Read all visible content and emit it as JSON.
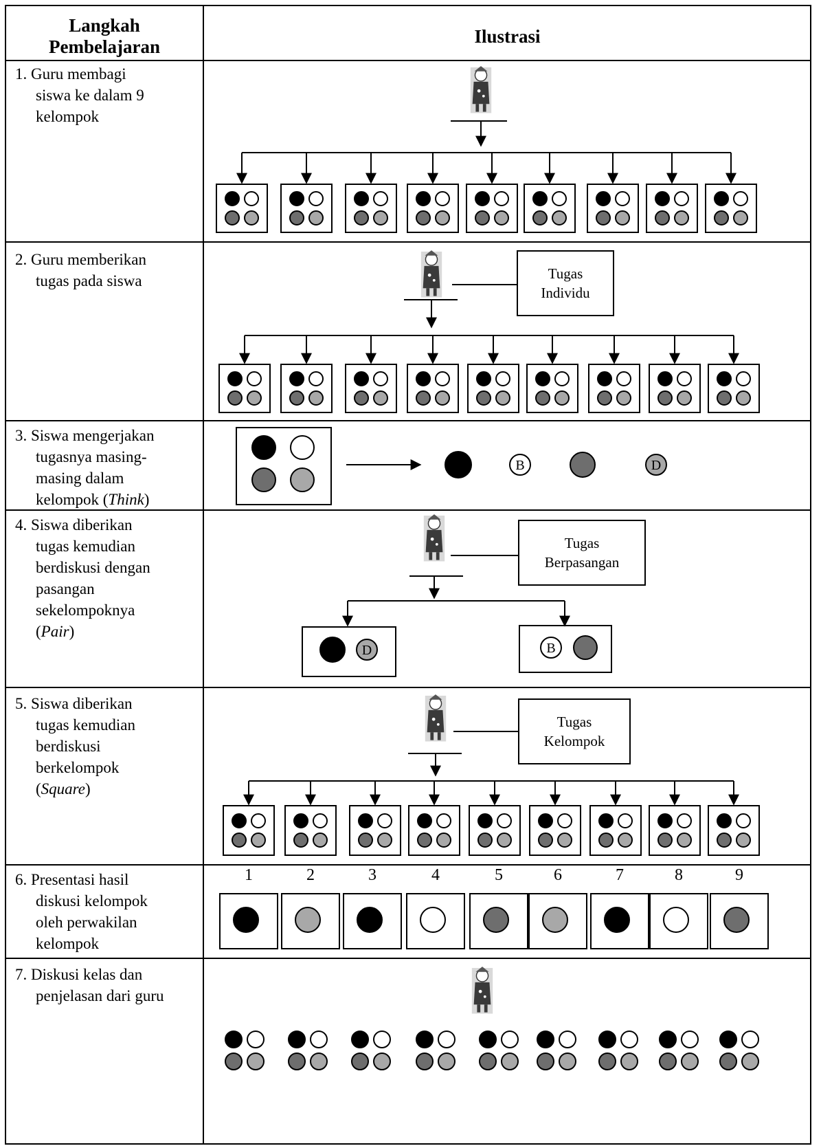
{
  "header": {
    "col1_line1": "Langkah",
    "col1_line2": "Pembelajaran",
    "col2": "Ilustrasi"
  },
  "steps": [
    {
      "lines": [
        "1. Guru membagi",
        "siswa ke dalam 9",
        "kelompok"
      ]
    },
    {
      "lines": [
        "2. Guru memberikan",
        "tugas pada siswa"
      ]
    },
    {
      "lines": [
        "3. Siswa mengerjakan",
        "tugasnya masing-",
        "masing  dalam",
        "kelompok (",
        "Think",
        ")"
      ]
    },
    {
      "lines": [
        "4. Siswa diberikan",
        "tugas kemudian",
        "berdiskusi dengan",
        "pasangan",
        "sekelompoknya",
        "(",
        "Pair",
        ")"
      ]
    },
    {
      "lines": [
        "5. Siswa diberikan",
        "tugas kemudian",
        "berdiskusi",
        "berkelompok",
        "(",
        "Square",
        ")"
      ]
    },
    {
      "lines": [
        "6. Presentasi hasil",
        "diskusi kelompok",
        "oleh perwakilan",
        "kelompok"
      ]
    },
    {
      "lines": [
        "7. Diskusi kelas dan",
        "penjelasan dari guru"
      ]
    }
  ],
  "tasks": {
    "individual": [
      "Tugas",
      "Individu"
    ],
    "pair": [
      "Tugas",
      "Berpasangan"
    ],
    "group": [
      "Tugas",
      "Kelompok"
    ]
  },
  "student_letters": [
    "B",
    "D"
  ],
  "group_numbers": [
    "1",
    "2",
    "3",
    "4",
    "5",
    "6",
    "7",
    "8",
    "9"
  ],
  "presenters": [
    "black",
    "gray",
    "black",
    "white",
    "darkgray",
    "gray",
    "black",
    "white",
    "darkgray"
  ],
  "colors": {
    "black": "#000000",
    "white": "#ffffff",
    "darkgray": "#6e6e6e",
    "gray": "#a8a8a8",
    "teacher": "#3a3a3a"
  },
  "icons": [
    "teacher-icon",
    "student-dot",
    "arrow"
  ]
}
